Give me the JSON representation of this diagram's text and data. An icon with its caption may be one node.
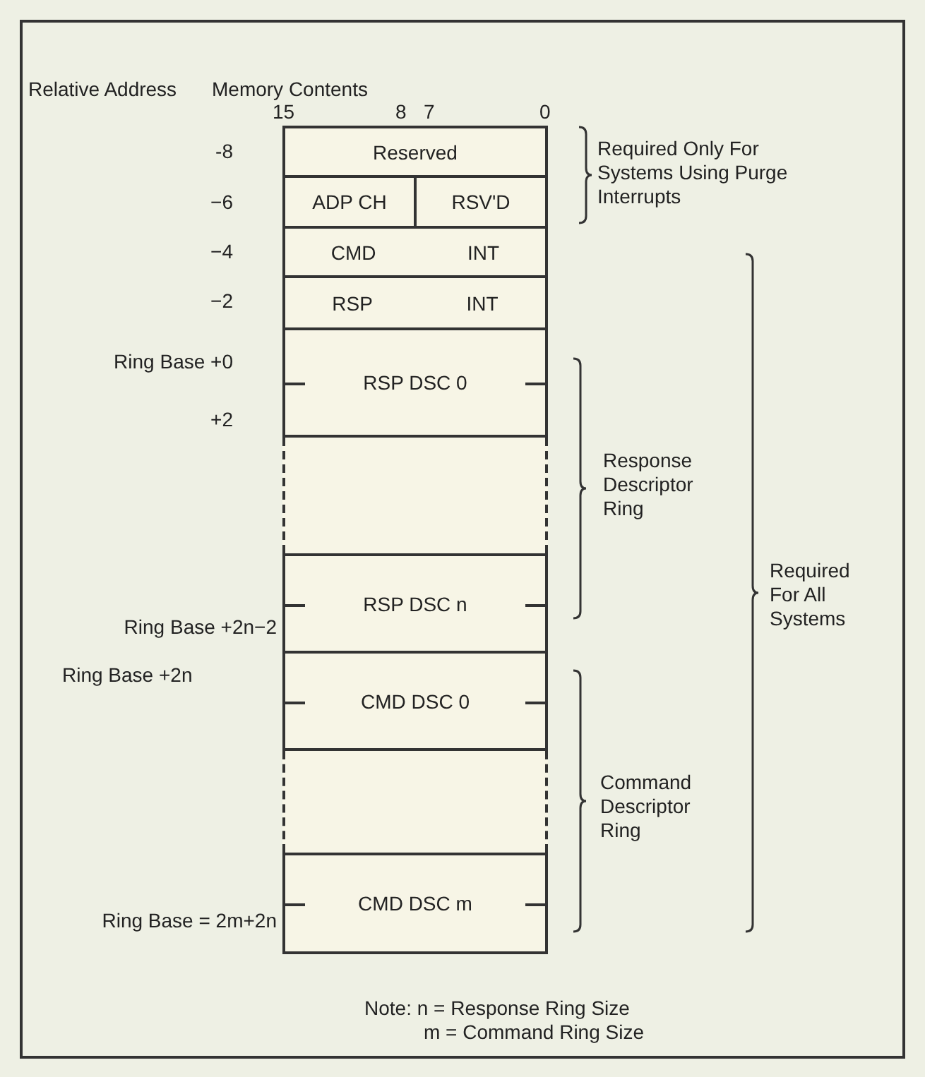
{
  "diagram": {
    "nodes": [
      {
        "text": [
          "Reserved"
        ]
      },
      {
        "text": [
          "ADP CH"
        ]
      },
      {
        "text": [
          "RSV'D"
        ]
      },
      {
        "text": [
          "CMD",
          "INT"
        ]
      },
      {
        "text": [
          "RSP",
          "INT"
        ]
      },
      {
        "text": [
          "RSP DSC 0"
        ]
      },
      {
        "text": [],
        "shape": "box"
      },
      {
        "text": [
          "RSP DSC n"
        ]
      },
      {
        "text": [
          "CMD DSC 0"
        ]
      },
      {
        "text": [],
        "shape": "box"
      },
      {
        "text": [
          "CMD DSC m"
        ]
      }
    ],
    "labels": [
      "Relative Address",
      "Memory Contents",
      "15",
      "8",
      "7",
      "0",
      "-8",
      "−6",
      "−4",
      "−2",
      "Ring Base +0",
      "+2",
      "Required Only For Systems Using Purge Interrupts",
      "Response Descriptor Ring",
      "Ring Base +2n−2",
      "Ring Base +2n",
      "Required For All Systems",
      "Command Descriptor Ring",
      "Ring Base = 2m+2n",
      "Note: n = Response Ring Size",
      "m = Command Ring Size"
    ]
  }
}
